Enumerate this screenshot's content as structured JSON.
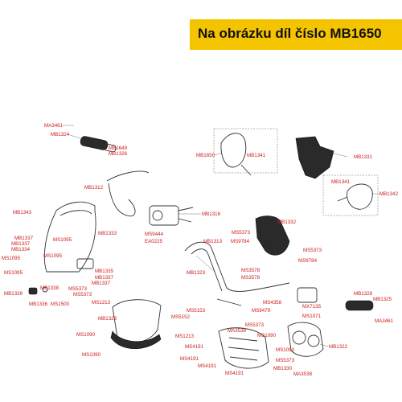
{
  "banner": {
    "text": "Na obrázku díl číslo MB1650",
    "color": "#f5c400"
  },
  "label_color": "#cc1a1a",
  "labels": [
    "MA3461",
    "MB1324",
    "MB1649",
    "MB1326",
    "MB1312",
    "MB1343",
    "MB1337",
    "MB1337",
    "MB1334",
    "MS1095",
    "MS1095",
    "MS1095",
    "MB1333",
    "MS1095",
    "MB1335",
    "MB1337",
    "MB1337",
    "MB1338",
    "MS5373",
    "MS5373",
    "MB1339",
    "MB1336",
    "MS1500",
    "MS1213",
    "MB1329",
    "MS1090",
    "MS1090",
    "MS1213",
    "MB1316",
    "MS9444",
    "EA0225",
    "MB1650",
    "MB1341",
    "MB1331",
    "MB1341",
    "MB1342",
    "MB1332",
    "MS5373",
    "MB1313",
    "MS9784",
    "MS5373",
    "MS9784",
    "MB1323",
    "MS3578",
    "MS3578",
    "MS5153",
    "MS5152",
    "MA3538",
    "MS5373",
    "MS4191",
    "MS1090",
    "MS4191",
    "MS4191",
    "MS1090",
    "MS5373",
    "MS4191",
    "MB1330",
    "MA3538",
    "MS4358",
    "MS9479",
    "MX7135",
    "MS1071",
    "MB1328",
    "MB1325",
    "MA3461",
    "MB1322"
  ]
}
